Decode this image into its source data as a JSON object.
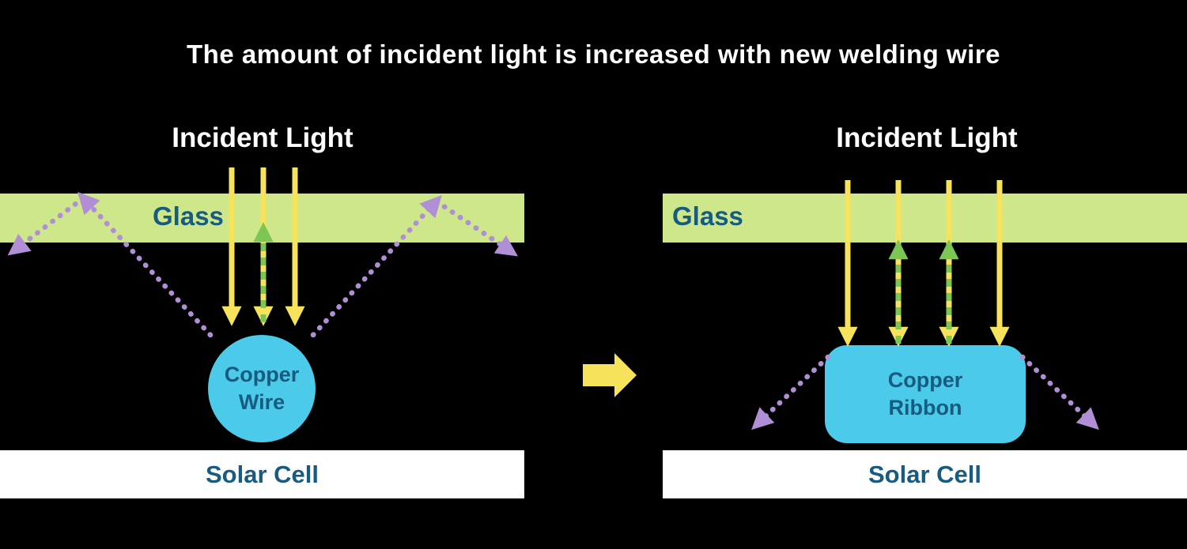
{
  "title": "The amount of incident light is increased with new welding wire",
  "colors": {
    "background": "#000000",
    "title_text": "#ffffff",
    "glass_fill": "#cde78a",
    "incident_light_arrow_yellow": "#f7e25c",
    "reflected_light_arrow_green": "#7cc654",
    "lost_light_arrow_purple": "#b18fd6",
    "copper_fill": "#4ccae9",
    "diagram_label_text": "#175b80",
    "solar_cell_fill": "#ffffff",
    "transition_arrow_yellow": "#f7e25c"
  },
  "left_panel": {
    "incident_light_label": "Incident Light",
    "glass_label": "Glass",
    "copper_label_line1": "Copper",
    "copper_label_line2": "Wire",
    "solar_cell_label": "Solar Cell"
  },
  "right_panel": {
    "incident_light_label": "Incident Light",
    "glass_label": "Glass",
    "copper_label_line1": "Copper",
    "copper_label_line2": "Ribbon",
    "solar_cell_label": "Solar Cell"
  }
}
